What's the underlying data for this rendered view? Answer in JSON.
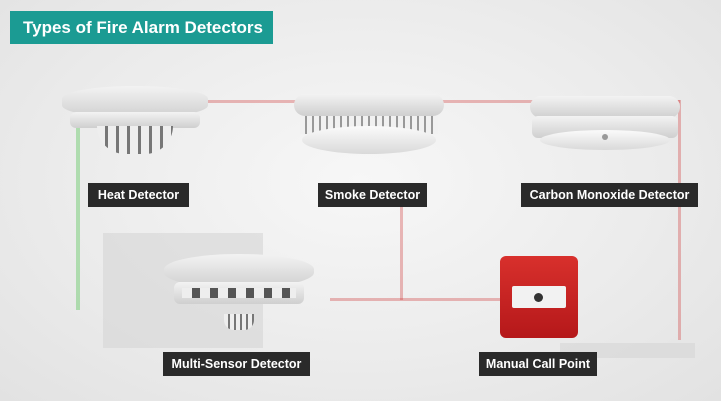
{
  "title": "Types of Fire Alarm Detectors",
  "detectors": [
    {
      "label": "Heat Detector",
      "icon": "heat-detector-icon"
    },
    {
      "label": "Smoke Detector",
      "icon": "smoke-detector-icon"
    },
    {
      "label": "Carbon Monoxide Detector",
      "icon": "co-detector-icon"
    },
    {
      "label": "Multi-Sensor Detector",
      "icon": "multi-sensor-detector-icon"
    },
    {
      "label": "Manual Call Point",
      "icon": "manual-call-point-icon"
    }
  ],
  "colors": {
    "title_bg": "#1b9b93",
    "label_bg": "#2a2a2a",
    "call_point": "#c8201f",
    "wire_red": "#d04040",
    "wire_green": "#40c040"
  }
}
